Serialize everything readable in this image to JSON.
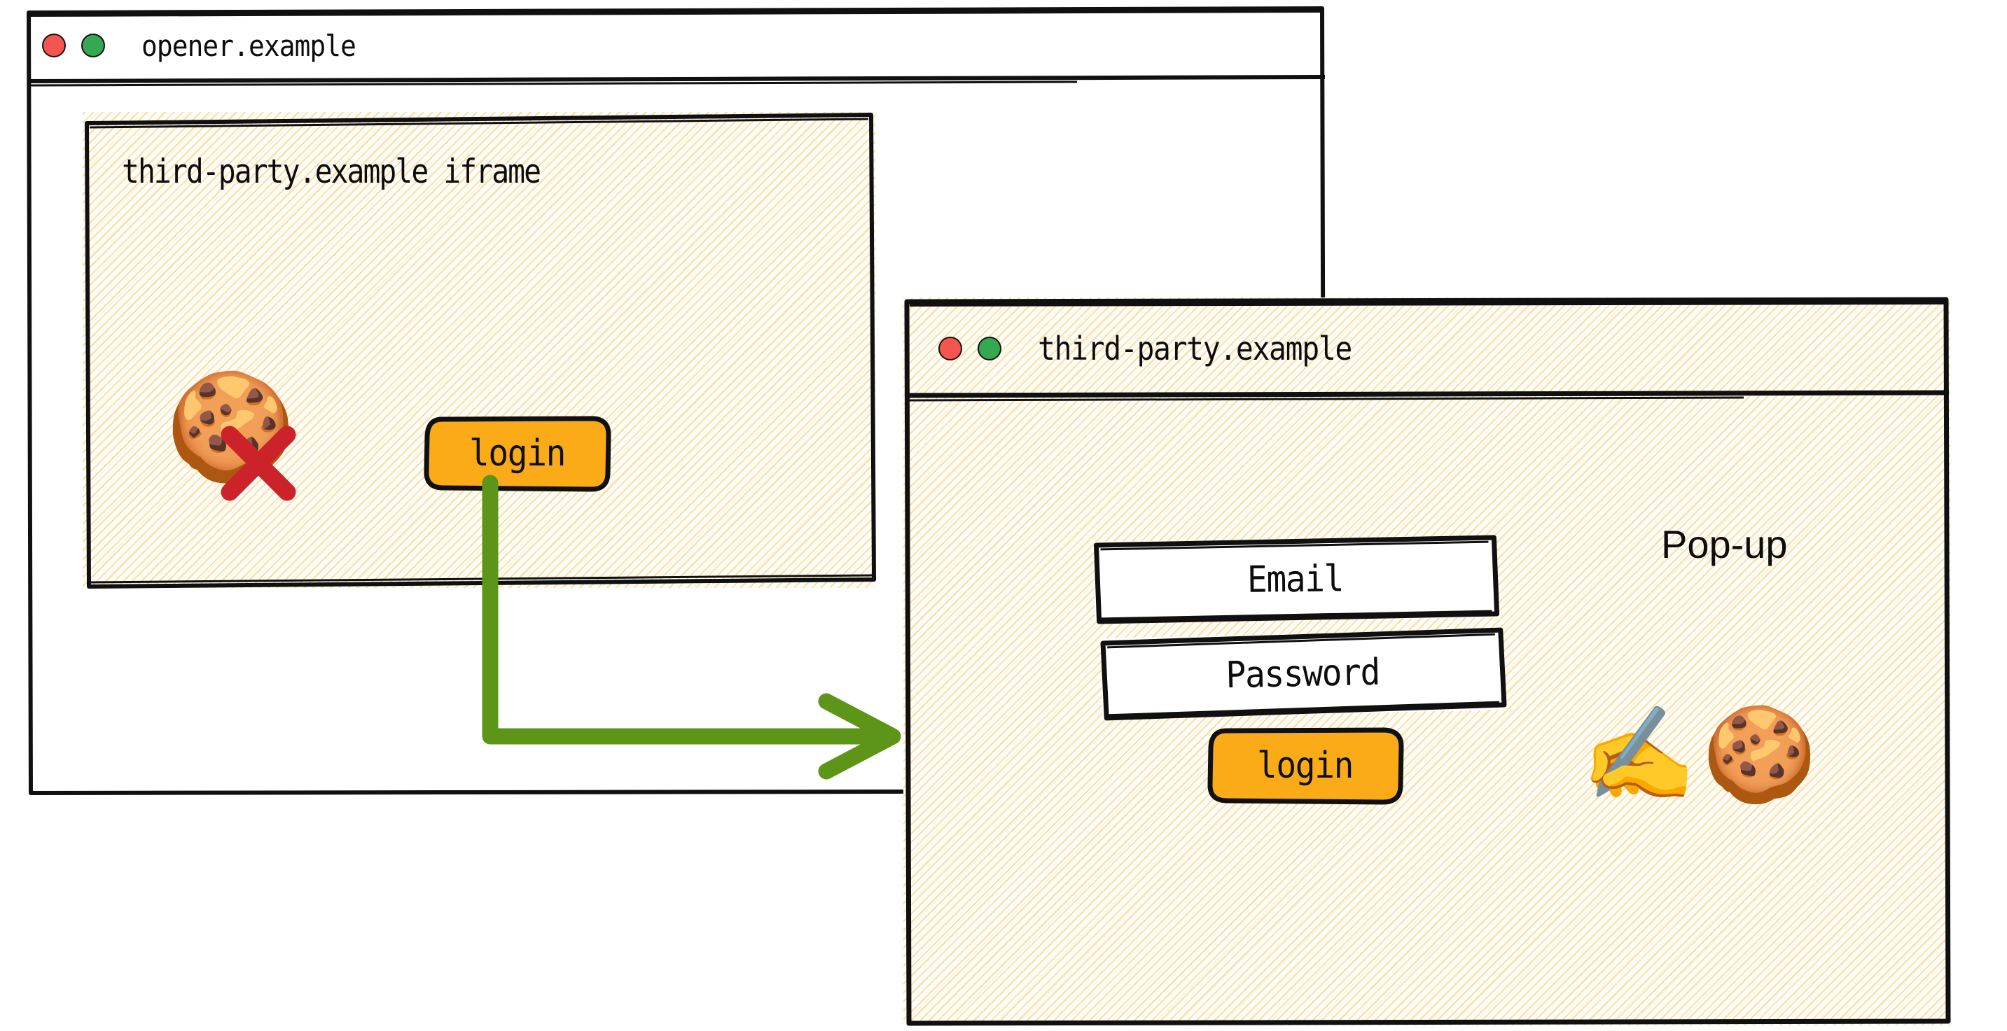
{
  "opener_window": {
    "title": "opener.example",
    "controls": [
      {
        "name": "close",
        "color": "#f4554f"
      },
      {
        "name": "maximize",
        "color": "#34a952"
      }
    ],
    "iframe": {
      "label": "third-party.example iframe",
      "cookie_icon": "cookie-icon",
      "cookie_blocked_mark": "red-x-icon",
      "blocked_mark_color": "#cc2229",
      "login_button": "login"
    }
  },
  "popup_window": {
    "title": "third-party.example",
    "controls": [
      {
        "name": "close",
        "color": "#f4554f"
      },
      {
        "name": "maximize",
        "color": "#34a952"
      }
    ],
    "annotation": "Pop-up",
    "fields": [
      {
        "name": "email",
        "label": "Email"
      },
      {
        "name": "password",
        "label": "Password"
      }
    ],
    "login_button": "login",
    "signing_icons": [
      {
        "name": "writing-hand-icon",
        "glyph": "✍️"
      },
      {
        "name": "cookie-icon",
        "glyph": "🍪"
      }
    ]
  },
  "flow_arrow": {
    "name": "login-opens-popup-arrow",
    "color": "#5c9518",
    "from": "iframe login button",
    "to": "third-party.example pop-up window"
  },
  "palette": {
    "button_fill": "#fbab18",
    "hatch": "#f6cb78",
    "ink": "#101010",
    "surface": "#fffdf7"
  }
}
